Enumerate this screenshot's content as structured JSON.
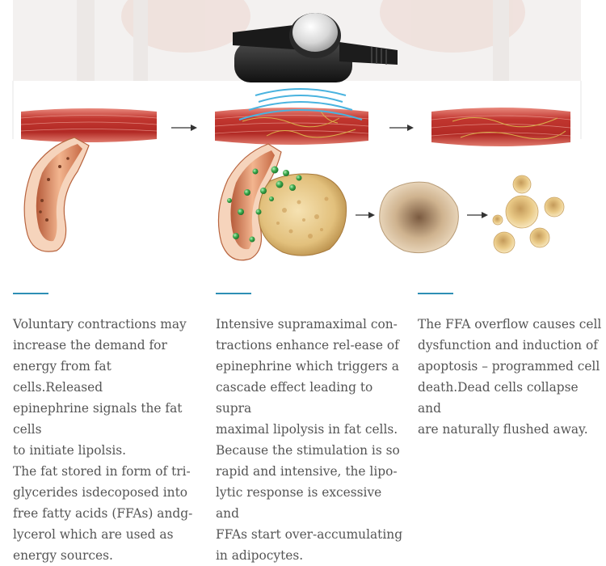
{
  "colors": {
    "accent_rule": "#2e8fb5",
    "muscle": "#c1362f",
    "fat_cell": "#e6c98c",
    "ffa_dot": "#3aa84b",
    "wave": "#49b3df",
    "text": "#555555"
  },
  "icons": [
    "arrow-right-icon",
    "applicator-device-icon",
    "wave-icon"
  ],
  "columns": [
    {
      "text": "Voluntary contractions may\nincrease the demand for\nenergy from fat cells.Released\nepinephrine signals the fat cells\nto initiate lipolsis.\nThe fat stored in form of tri-\nglycerides isdecoposed into\nfree fatty acids (FFAs) andg-\nlycerol which are used as\nenergy sources."
    },
    {
      "text": "Intensive supramaximal con-\ntractions enhance rel-ease of\nepinephrine which triggers a\ncascade effect leading to supra\nmaximal lipolysis in fat cells.\nBecause the stimulation is so\nrapid and intensive, the lipo-\nlytic response is excessive and\nFFAs start over-accumulating\nin adipocytes."
    },
    {
      "text": "The FFA overflow causes cell\ndysfunction and induction of\napoptosis – programmed cell\ndeath.Dead cells collapse and\nare naturally flushed away."
    }
  ]
}
